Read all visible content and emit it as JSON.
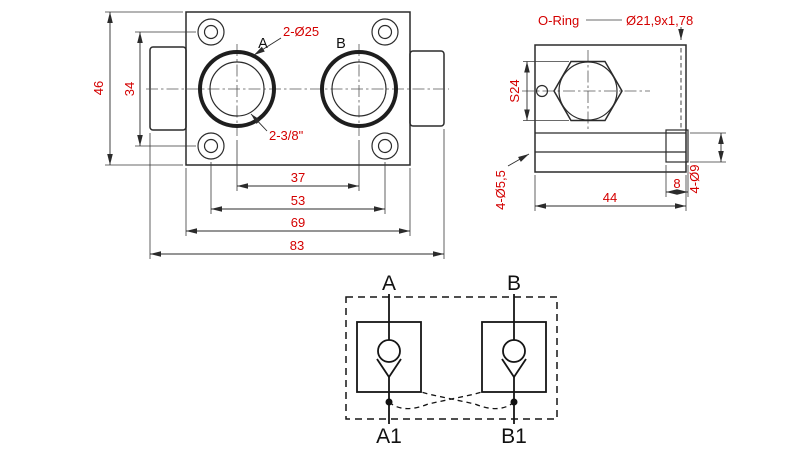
{
  "front_view": {
    "label_a": "A",
    "label_b": "B",
    "ports_callout": "2-Ø25",
    "thread_callout": "2-3/8\"",
    "dim_overall_height": "46",
    "dim_hole_height": "34",
    "dim_port_spacing": "37",
    "dim_hole_spacing": "53",
    "dim_body_width": "69",
    "dim_overall_width": "83"
  },
  "side_view": {
    "oring_label": "O-Ring",
    "oring_spec": "Ø21,9x1,78",
    "hex_size": "S24",
    "dim_width": "44",
    "dim_cbore_depth": "8",
    "mount_holes_callout": "4-Ø5,5",
    "cbore_callout": "4-Ø9"
  },
  "schematic": {
    "port_a": "A",
    "port_b": "B",
    "port_a1": "A1",
    "port_b1": "B1"
  },
  "colors": {
    "dimension_text": "#d40000",
    "drawing_line": "#2b2b2b"
  }
}
